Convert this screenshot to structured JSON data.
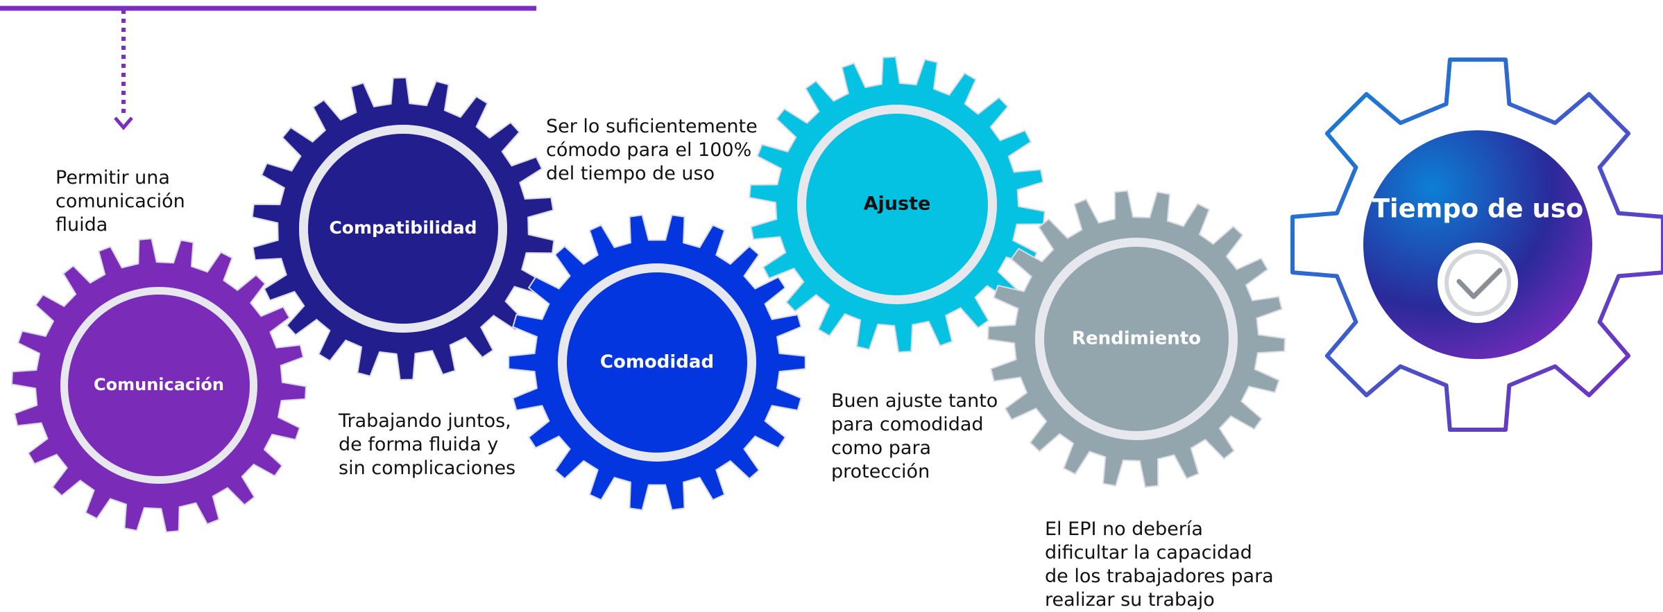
{
  "colors": {
    "accent_line": "#7b2fbe",
    "comunicacion": "#7a2bb8",
    "compatibilidad": "#221e8e",
    "comodidad": "#0436e0",
    "ajuste": "#05c2e2",
    "rendimiento": "#93a6ae",
    "ring": "#e6e8ee",
    "tiempo_start": "#0b86d6",
    "tiempo_end": "#7c27be"
  },
  "gears": {
    "comunicacion": {
      "label": "Comunicación",
      "text_color": "#ffffff"
    },
    "compatibilidad": {
      "label": "Compatibilidad",
      "text_color": "#ffffff"
    },
    "comodidad": {
      "label": "Comodidad",
      "text_color": "#ffffff"
    },
    "ajuste": {
      "label": "Ajuste",
      "text_color": "#111111"
    },
    "rendimiento": {
      "label": "Rendimiento",
      "text_color": "#ffffff"
    },
    "tiempo_de_uso": {
      "label": "Tiempo de uso",
      "icon": "checkmark-icon"
    }
  },
  "descriptions": {
    "comunicacion": "Permitir una\ncomunicación\nfluida",
    "compatibilidad": "Trabajando juntos,\nde forma fluida y\nsin complicaciones",
    "comodidad": "Ser lo suficientemente\ncómodo para el 100%\ndel tiempo de uso",
    "ajuste": "Buen ajuste tanto\npara comodidad\ncomo para\nprotección",
    "rendimiento": "El EPI no debería\ndificultar la capacidad\nde los trabajadores para\nrealizar su trabajo"
  }
}
